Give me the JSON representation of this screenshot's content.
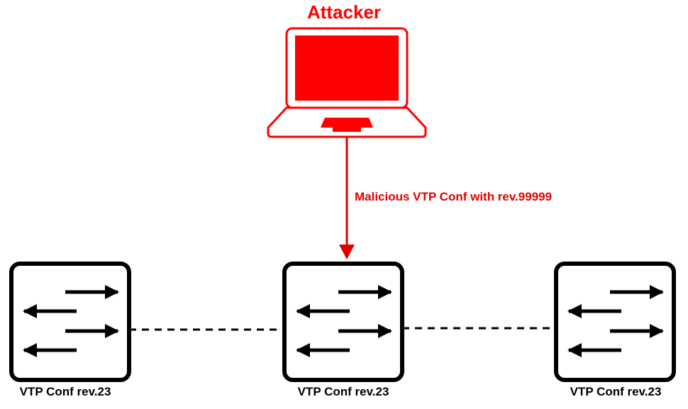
{
  "attacker": {
    "title": "Attacker",
    "color": "#ff0000",
    "icon": "laptop-icon"
  },
  "attack_link": {
    "label": "Malicious VTP Conf with rev.99999",
    "color": "#e00000"
  },
  "switches": [
    {
      "label": "VTP Conf rev.23",
      "icon": "switch-icon"
    },
    {
      "label": "VTP Conf rev.23",
      "icon": "switch-icon"
    },
    {
      "label": "VTP Conf rev.23",
      "icon": "switch-icon"
    }
  ],
  "colors": {
    "switch_stroke": "#000000",
    "background": "#ffffff"
  }
}
